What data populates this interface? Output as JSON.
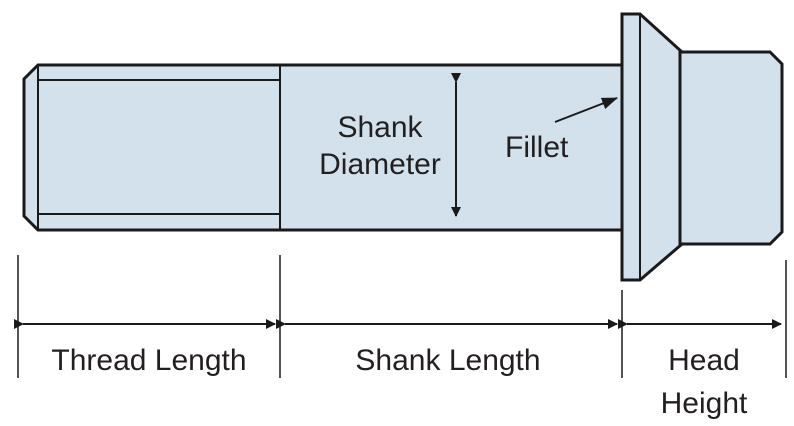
{
  "labels": {
    "shank_diameter_line1": "Shank",
    "shank_diameter_line2": "Diameter",
    "fillet": "Fillet",
    "thread_length": "Thread Length",
    "shank_length": "Shank Length",
    "head_height_line1": "Head",
    "head_height_line2": "Height"
  },
  "colors": {
    "part_fill": "#d3e1ec",
    "outline": "#1a1a1a",
    "text": "#231f20",
    "background": "#ffffff"
  }
}
